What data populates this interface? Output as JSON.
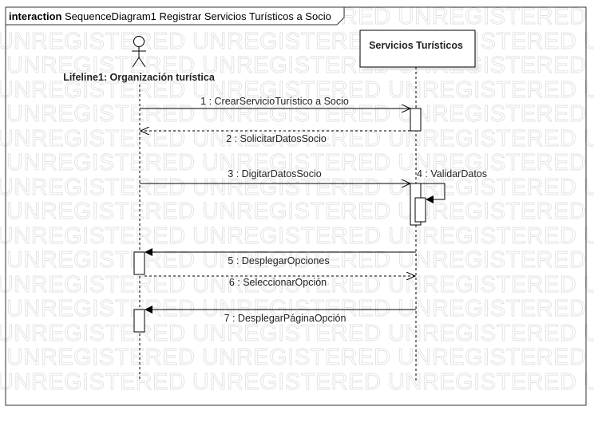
{
  "watermark": "UNREGISTERED",
  "frame": {
    "keyword": "interaction",
    "title": "SequenceDiagram1 Registrar Servicios Turísticos a Socio"
  },
  "lifelines": {
    "actor": "Lifeline1: Organización turística",
    "system": "Servicios Turísticos"
  },
  "messages": [
    {
      "label": "1 : CrearServicioTurístico a Socio"
    },
    {
      "label": "2 : SolicitarDatosSocio"
    },
    {
      "label": "3 : DigitarDatosSocio"
    },
    {
      "label": "4 : ValidarDatos"
    },
    {
      "label": "5 : DesplegarOpciones"
    },
    {
      "label": "6 : SeleccionarOpción"
    },
    {
      "label": "7 : DesplegarPáginaOpción"
    }
  ]
}
